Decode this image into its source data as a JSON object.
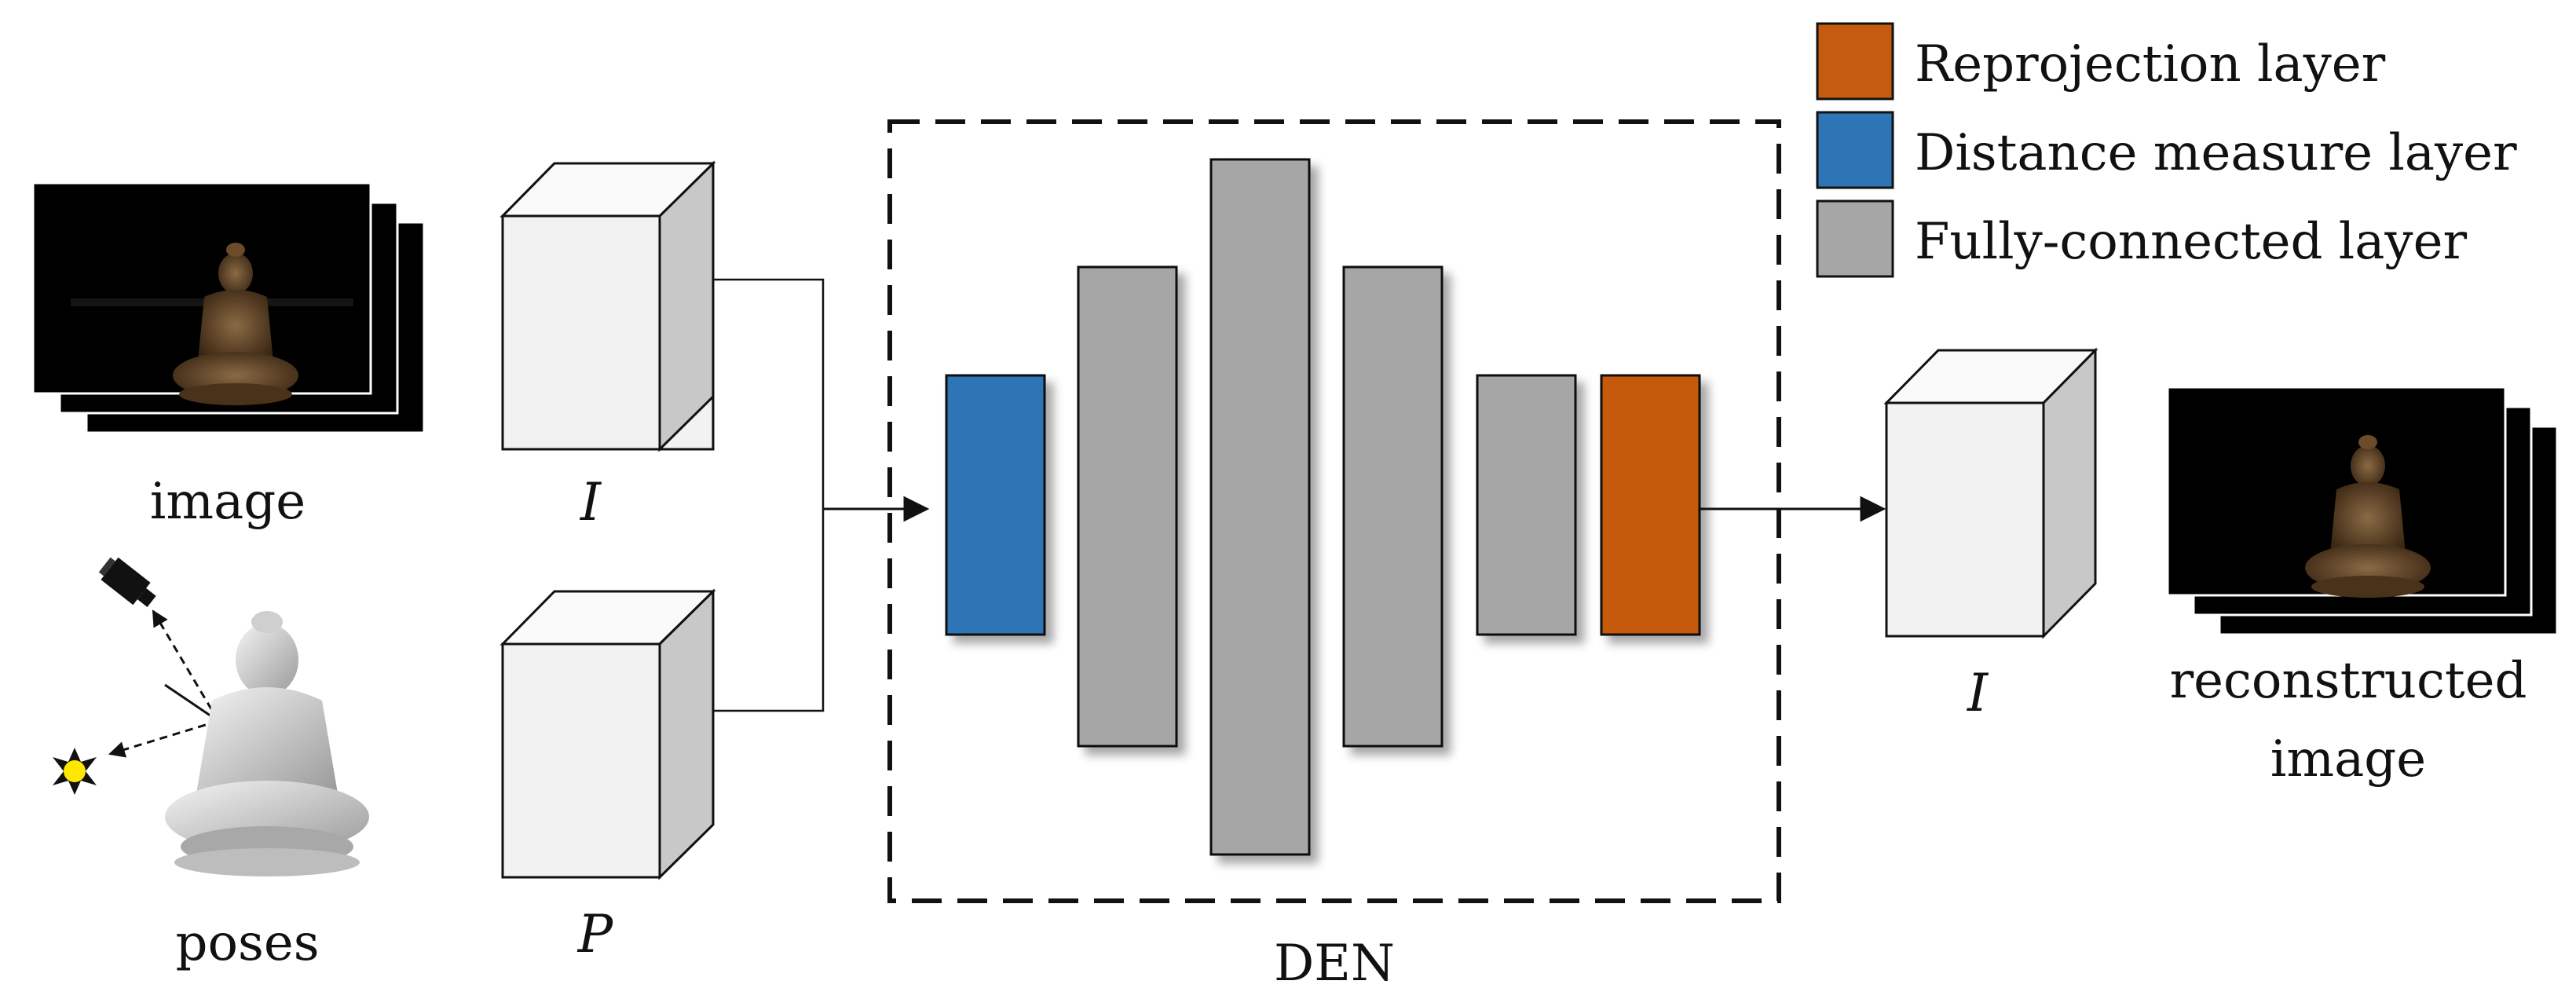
{
  "legend": {
    "items": [
      {
        "label": "Reprojection layer",
        "color": "#C55A11"
      },
      {
        "label": "Distance measure layer",
        "color": "#2E75B6"
      },
      {
        "label": "Fully-connected layer",
        "color": "#A6A6A6"
      }
    ]
  },
  "inputs": {
    "image_label": "image",
    "poses_label": "poses",
    "tensor_i_label": "I",
    "tensor_p_label": "P"
  },
  "network": {
    "label": "DEN"
  },
  "outputs": {
    "tensor_label": "I",
    "image_label_line1": "reconstructed",
    "image_label_line2": "image"
  },
  "colors": {
    "reprojection": "#C55A11",
    "distance": "#2E75B6",
    "fully_connected": "#A6A6A6",
    "cube_front": "#F2F2F2",
    "cube_side": "#C8C8C8",
    "light_yellow": "#FFE800"
  },
  "icons": {
    "camera": "camera-icon",
    "light": "light-source-icon",
    "statue": "buddha-statue"
  }
}
